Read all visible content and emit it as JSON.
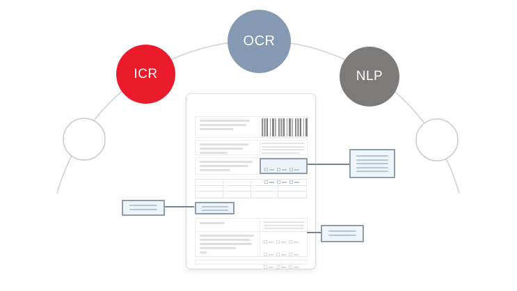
{
  "diagram": {
    "nodes": [
      {
        "id": "icr",
        "label": "ICR",
        "color": "#EC1B2B",
        "text_color": "#FFFFFF"
      },
      {
        "id": "ocr",
        "label": "OCR",
        "color": "#8599B2",
        "text_color": "#FFFFFF"
      },
      {
        "id": "nlp",
        "label": "NLP",
        "color": "#7D7A7A",
        "text_color": "#FFFFFF"
      }
    ],
    "placeholder_node_count": 2,
    "colors": {
      "arc": "#CDD0DB",
      "placeholder_node_border": "#C7CAD6",
      "connector": "#76848F",
      "highlight_bg": "#EDF3F9",
      "highlight_border": "#8E9DAC",
      "callout_line": "#B7C5D3",
      "document_border": "#DBDBDB",
      "placeholder_line": "#E0E0E0"
    },
    "document": {
      "icons": [
        "barcode-icon",
        "checkbox-grid-icon",
        "table-icon",
        "text-lines-icon"
      ]
    }
  }
}
